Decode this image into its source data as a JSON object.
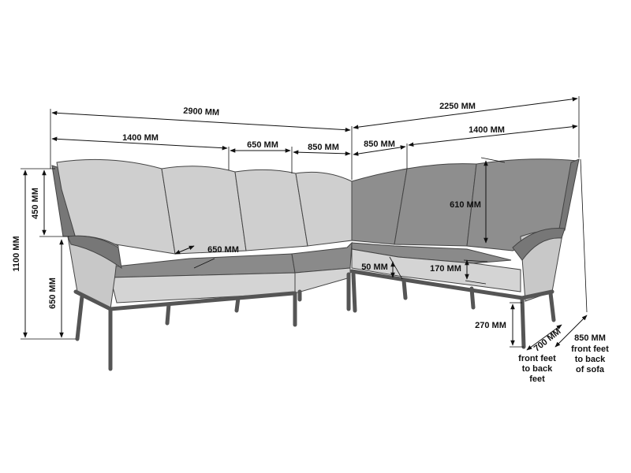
{
  "dimensions": {
    "total_width_left": "2900 MM",
    "total_width_right": "2250 MM",
    "left_section_width": "1400 MM",
    "corner_left_width": "650 MM",
    "corner_width": "850 MM",
    "corner_right_width": "850 MM",
    "right_section_width": "1400 MM",
    "total_height": "1100 MM",
    "back_cushion_height": "450 MM",
    "seat_height": "650 MM",
    "seat_depth": "650 MM",
    "back_cushion_right_height": "610 MM",
    "seat_cushion_thickness": "170 MM",
    "gap": "50 MM",
    "leg_height": "270 MM",
    "feet_depth": "700 MM",
    "sofa_depth": "850 MM"
  },
  "notes": {
    "feet_depth_label": [
      "front feet",
      "to back",
      "feet"
    ],
    "sofa_depth_label": [
      "front feet",
      "to back",
      "of sofa"
    ]
  },
  "colors": {
    "cushion": "#cfcfcf",
    "cushion_dark": "#8e8e8e",
    "frame": "#555555",
    "line": "#111111"
  }
}
